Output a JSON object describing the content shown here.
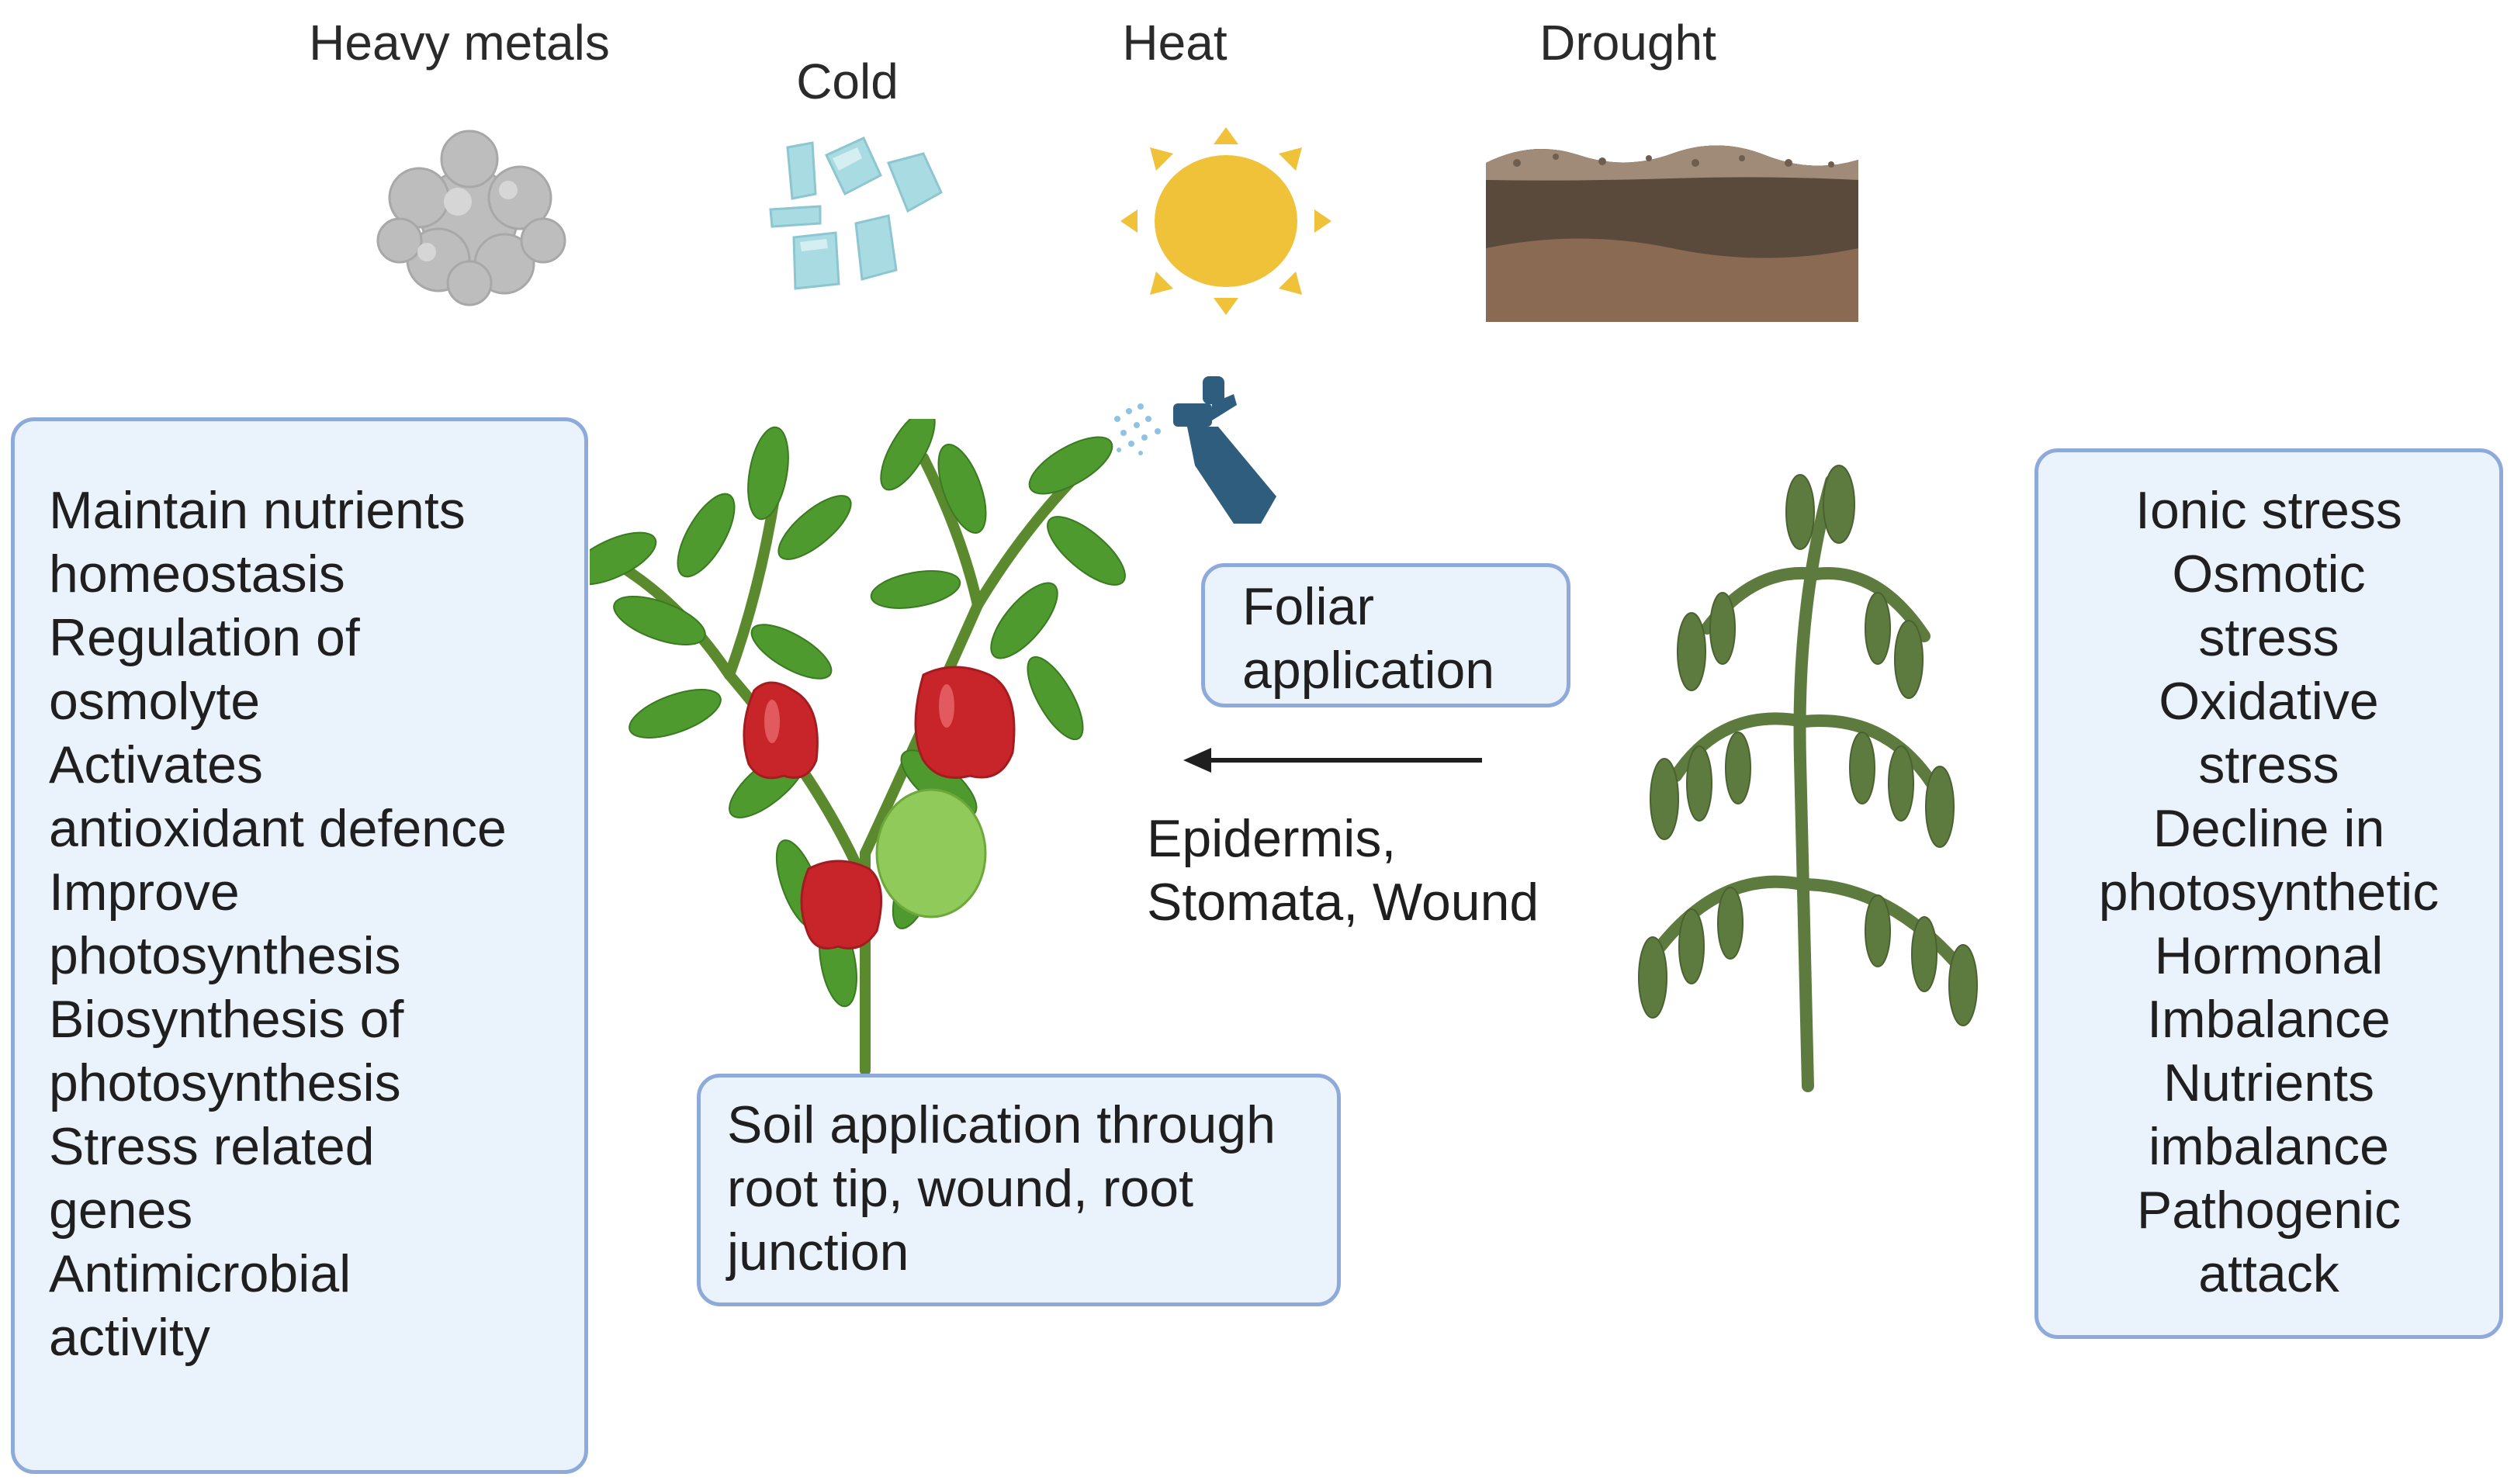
{
  "stressors": {
    "heavy_metals": "Heavy metals",
    "cold": "Cold",
    "heat": "Heat",
    "drought": "Drought"
  },
  "benefits": [
    "Maintain nutrients",
    "homeostasis",
    "Regulation of",
    "osmolyte",
    "Activates",
    "antioxidant defence",
    "Improve",
    "photosynthesis",
    "Biosynthesis of",
    "photosynthesis",
    "Stress related",
    "genes",
    "Antimicrobial",
    "activity"
  ],
  "effects": [
    "Ionic stress",
    "Osmotic",
    "stress",
    "Oxidative",
    "stress",
    "Decline in",
    "photosynthetic",
    "Hormonal",
    "Imbalance",
    "Nutrients",
    "imbalance",
    "Pathogenic",
    "attack"
  ],
  "foliar": [
    "Foliar",
    "application"
  ],
  "entry_routes": [
    "Epidermis,",
    "Stomata, Wound"
  ],
  "soil": [
    "Soil application through",
    "root tip, wound, root",
    "junction"
  ],
  "colors": {
    "box_fill": "#eaf2fc",
    "box_border": "#8eaadb",
    "sun": "#f0c23a",
    "ice": "#a9dbe3",
    "metal": "#bdbdbd",
    "soil_dark": "#5a4a3c",
    "soil_light": "#8a6a52",
    "leaf_green": "#4e9a2f",
    "pepper_red": "#c8252a",
    "wilted_green": "#5e7b3f",
    "spray_bottle": "#2f5d7e"
  },
  "icons": [
    "metal-cluster-icon",
    "ice-cubes-icon",
    "sun-icon",
    "soil-layer-icon",
    "spray-bottle-icon",
    "healthy-pepper-plant-icon",
    "wilted-plant-icon",
    "arrow-left-icon"
  ]
}
